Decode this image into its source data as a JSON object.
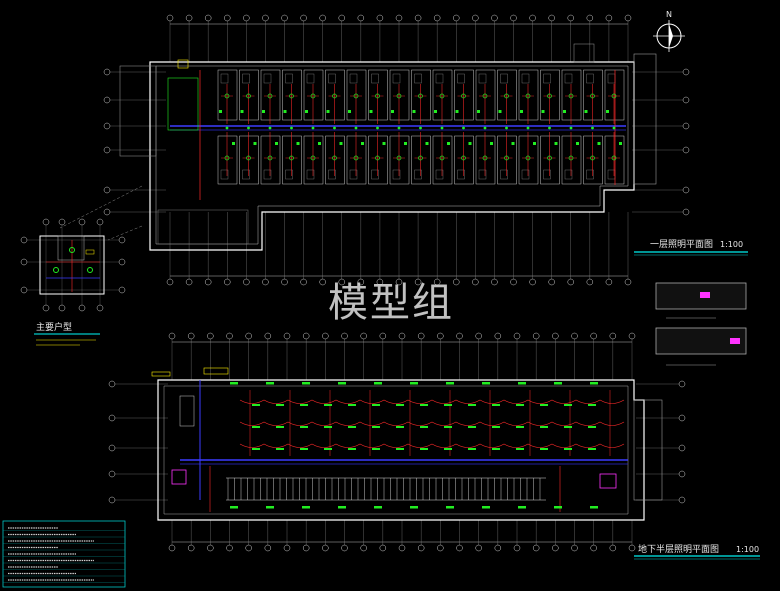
{
  "watermark": "模型组",
  "compass": {
    "label": "N"
  },
  "plan_upper": {
    "title": "一层照明平面图",
    "scale": "1:100"
  },
  "plan_lower": {
    "title": "地下半层照明平面图",
    "scale": "1:100"
  },
  "detail_unit": {
    "title": "主要户型"
  },
  "legend_notes": {
    "line_count": 9
  },
  "colors": {
    "background": "#000000",
    "wall": "#ffffff",
    "grid": "#8c8c8c",
    "circuit_main": "#3c3cff",
    "circuit_red": "#ff2a2a",
    "fixture_green": "#22ee22",
    "label_magenta": "#ff33ff",
    "tag_yellow": "#ffee00",
    "title_underline": "#00c8c8"
  }
}
